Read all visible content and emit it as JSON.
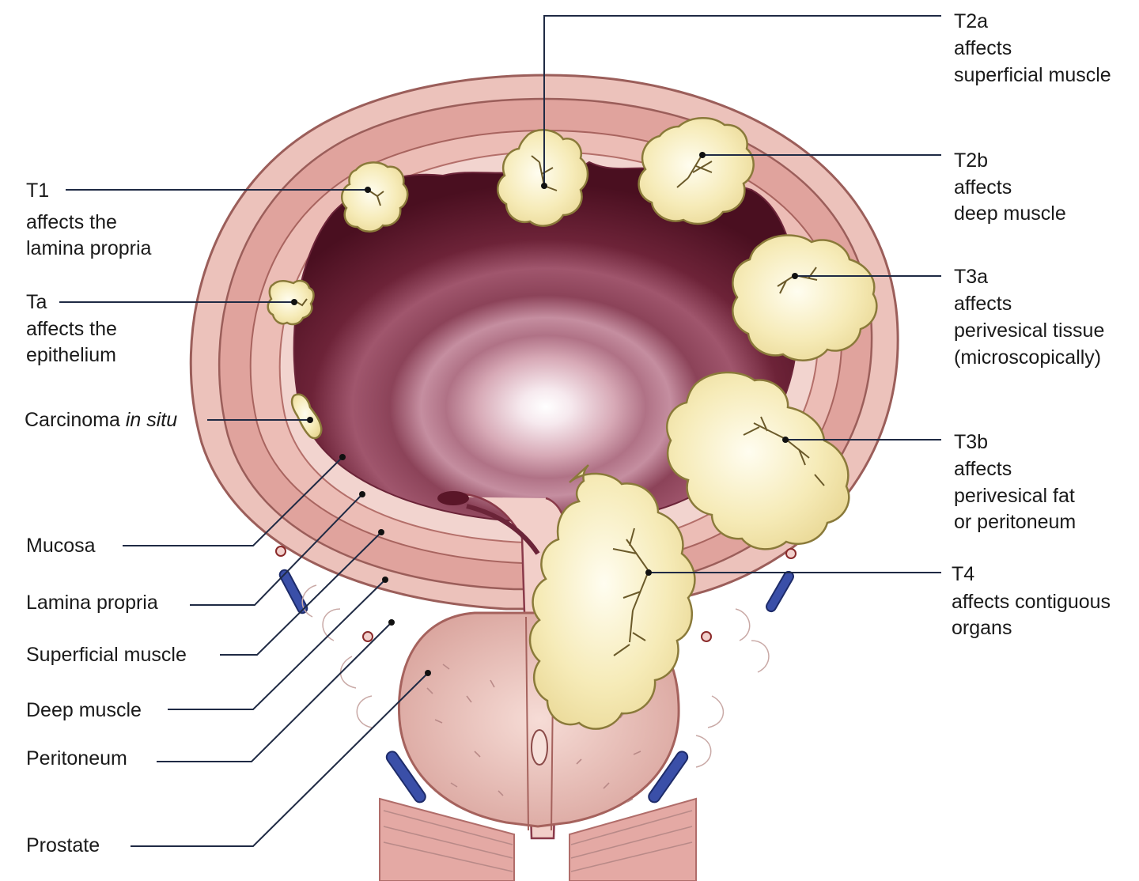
{
  "labels_left": {
    "t1": {
      "code": "T1",
      "line1": "affects the",
      "line2": "lamina propria"
    },
    "ta": {
      "code": "Ta",
      "line1": "affects the",
      "line2": "epithelium"
    },
    "cis": {
      "prefix": "Carcinoma ",
      "italic": "in situ"
    },
    "mucosa": "Mucosa",
    "lamina_propria": "Lamina propria",
    "superficial_muscle": "Superficial muscle",
    "deep_muscle": "Deep muscle",
    "peritoneum": "Peritoneum",
    "prostate": "Prostate"
  },
  "labels_right": {
    "t2a": {
      "code": "T2a",
      "line1": "affects",
      "line2": "superficial muscle"
    },
    "t2b": {
      "code": "T2b",
      "line1": "affects",
      "line2": "deep muscle"
    },
    "t3a": {
      "code": "T3a",
      "line1": "affects",
      "line2": "perivesical tissue",
      "line3": "(microscopically)"
    },
    "t3b": {
      "code": "T3b",
      "line1": "affects",
      "line2": "perivesical fat",
      "line3": "or peritoneum"
    },
    "t4": {
      "code": "T4",
      "line1": "affects contiguous",
      "line2": "organs"
    }
  },
  "colors": {
    "outer_wall": "#e7b5ae",
    "muscle_band": "#d99a94",
    "lumen_dark": "#5a1628",
    "lumen_light": "#f4e6ea",
    "tumor": "#f3e6a8",
    "prostate": "#e8b8b0",
    "vessel": "#3a4fa8"
  }
}
